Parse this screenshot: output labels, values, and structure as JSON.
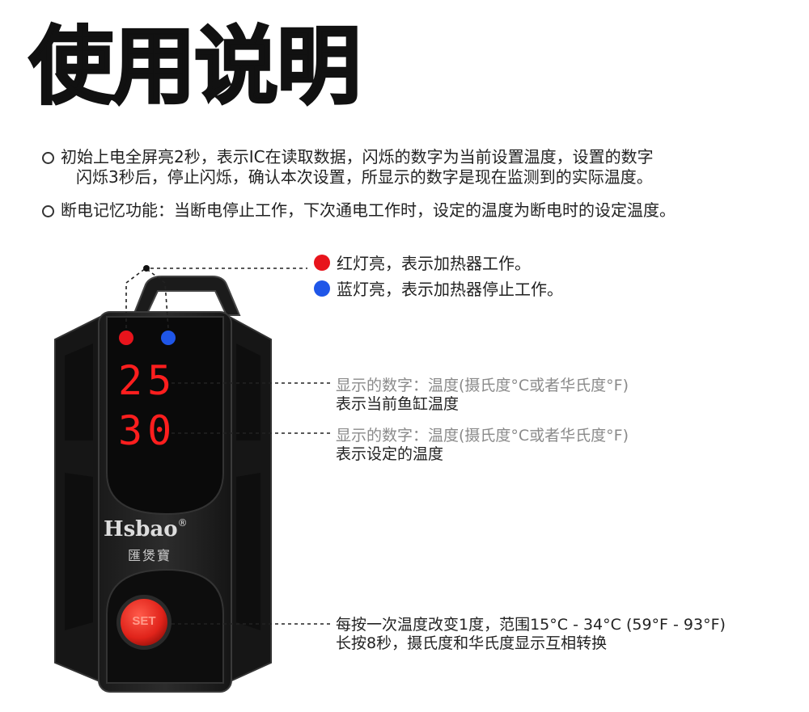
{
  "title": "使用说明",
  "notes": [
    {
      "line1": "初始上电全屏亮2秒，表示IC在读取数据，闪烁的数字为当前设置温度，设置的数字",
      "line2": "闪烁3秒后，停止闪烁，确认本次设置，所显示的数字是现在监测到的实际温度。"
    },
    {
      "line1": "断电记忆功能：当断电停止工作，下次通电工作时，设定的温度为断电时的设定温度。"
    }
  ],
  "legend": [
    {
      "text": "红灯亮，表示加热器工作。",
      "color": "#e8141c"
    },
    {
      "text": "蓝灯亮，表示加热器停止工作。",
      "color": "#1f56e8"
    }
  ],
  "display": {
    "current": "25",
    "set": "30"
  },
  "callouts": {
    "current": {
      "gray": "显示的数字：温度(摄氏度°C或者华氏度°F)",
      "dark": "表示当前鱼缸温度"
    },
    "set": {
      "gray": "显示的数字：温度(摄氏度°C或者华氏度°F)",
      "dark": "表示设定的温度"
    },
    "button": {
      "line1": "每按一次温度改变1度，范围15°C - 34°C (59°F - 93°F)",
      "line2": "长按8秒，摄氏度和华氏度显示互相转换"
    }
  },
  "device": {
    "brand": "Hsbao",
    "reg": "®",
    "brand_cn": "匯煲寶",
    "button_label": "SET"
  }
}
